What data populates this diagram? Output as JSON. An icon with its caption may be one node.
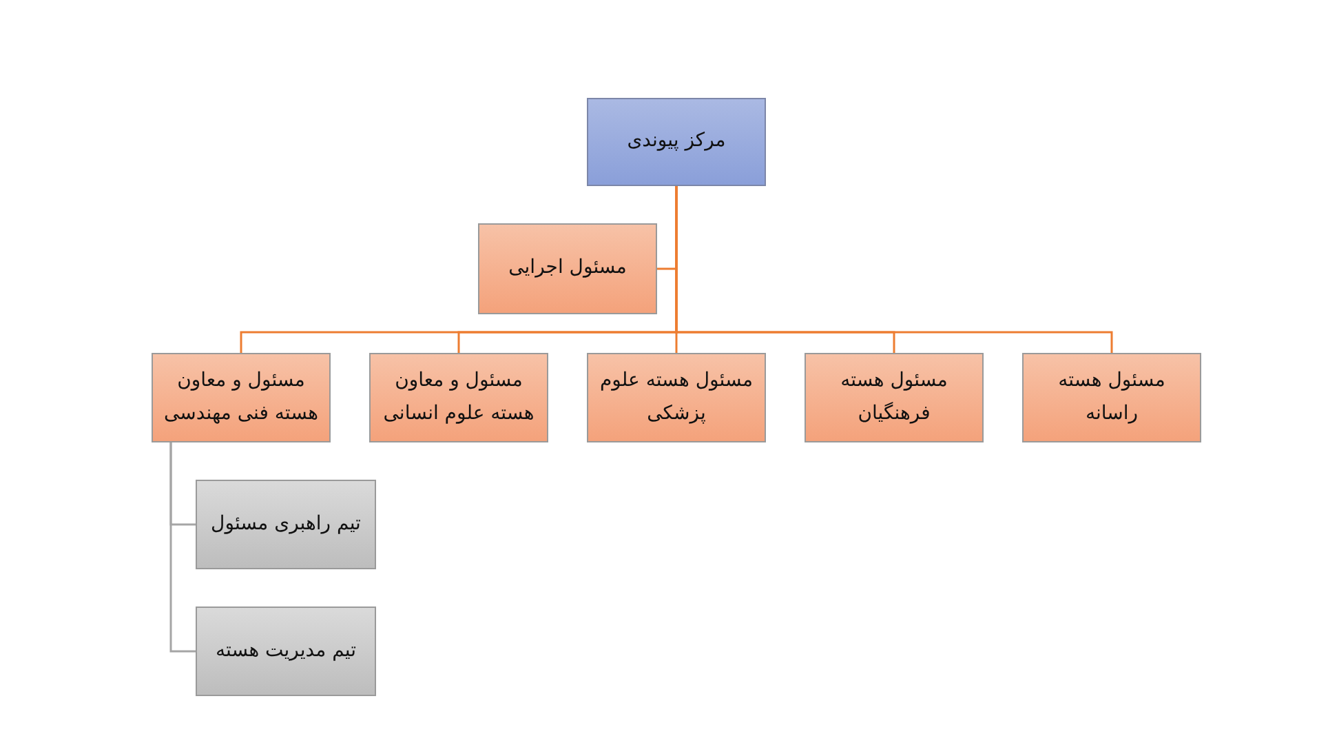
{
  "diagram": {
    "nodes": [
      {
        "text": [
          "مرکز پیوندی"
        ]
      },
      {
        "text": [
          "مسئول اجرایی"
        ]
      },
      {
        "text": [
          "مسئول هسته راسانه"
        ]
      },
      {
        "text": [
          "مسئول هسته فرهنگیان"
        ]
      },
      {
        "text": [
          "مسئول هسته علوم پزشکی"
        ]
      },
      {
        "text": [
          "مسئول و معاون هسته علوم انسانی"
        ]
      },
      {
        "text": [
          "مسئول و معاون هسته فنی مهندسی"
        ]
      },
      {
        "text": [
          "تیم راهبری مسئول"
        ]
      },
      {
        "text": [
          "تیم مدیریت هسته"
        ]
      }
    ],
    "edges": [
      {
        "from": 0,
        "to": 1,
        "arrow": "none"
      },
      {
        "from": 0,
        "to": 2,
        "arrow": "none"
      },
      {
        "from": 0,
        "to": 3,
        "arrow": "none"
      },
      {
        "from": 0,
        "to": 4,
        "arrow": "none"
      },
      {
        "from": 0,
        "to": 5,
        "arrow": "none"
      },
      {
        "from": 0,
        "to": 6,
        "arrow": "none"
      },
      {
        "from": 6,
        "to": 7,
        "arrow": "none",
        "color": "#a5a5a5"
      },
      {
        "from": 6,
        "to": 8,
        "arrow": "none",
        "color": "#a5a5a5"
      }
    ]
  }
}
